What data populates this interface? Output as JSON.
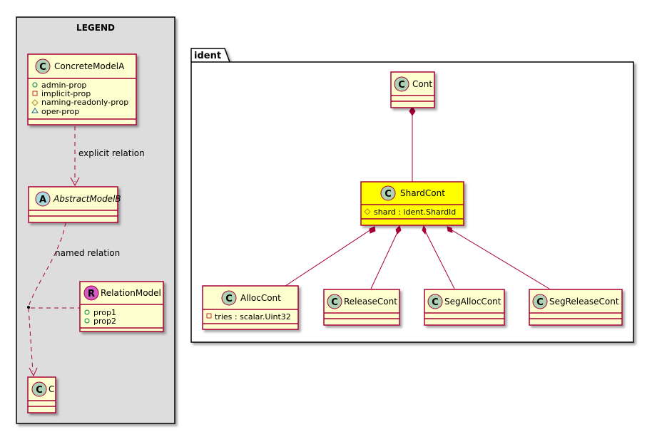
{
  "legend": {
    "title": "LEGEND",
    "concrete_model": {
      "name": "ConcreteModelA",
      "stereo": "C",
      "props": [
        {
          "vis": "public",
          "name": "admin-prop"
        },
        {
          "vis": "private",
          "name": "implicit-prop"
        },
        {
          "vis": "protected",
          "name": "naming-readonly-prop"
        },
        {
          "vis": "package",
          "name": "oper-prop"
        }
      ]
    },
    "abstract_model": {
      "name": "AbstractModelB",
      "stereo": "A"
    },
    "relation_model": {
      "name": "RelationModel",
      "stereo": "R",
      "props": [
        {
          "vis": "public",
          "name": "prop1"
        },
        {
          "vis": "public",
          "name": "prop2"
        }
      ]
    },
    "c_model": {
      "name": "C",
      "stereo": "C"
    },
    "explicit_relation_label": "explicit relation",
    "named_relation_label": "named relation"
  },
  "package": {
    "name": "ident",
    "cont": {
      "name": "Cont",
      "stereo": "C"
    },
    "shard_cont": {
      "name": "ShardCont",
      "stereo": "C",
      "fields": [
        {
          "vis": "protected",
          "name": "shard : ident.ShardId"
        }
      ]
    },
    "alloc_cont": {
      "name": "AllocCont",
      "stereo": "C",
      "fields": [
        {
          "vis": "private",
          "name": "tries : scalar.Uint32"
        }
      ]
    },
    "release_cont": {
      "name": "ReleaseCont",
      "stereo": "C"
    },
    "seg_alloc_cont": {
      "name": "SegAllocCont",
      "stereo": "C"
    },
    "seg_release_cont": {
      "name": "SegReleaseCont",
      "stereo": "C"
    }
  },
  "colors": {
    "class_fill": "#FEFECE",
    "class_border": "#A80036",
    "highlight_fill": "#FFFF00",
    "legend_fill": "#DDDDDD",
    "stereo_c": "#ADD1B2",
    "stereo_a": "#A9DCDF",
    "stereo_r": "#D05CC4"
  }
}
